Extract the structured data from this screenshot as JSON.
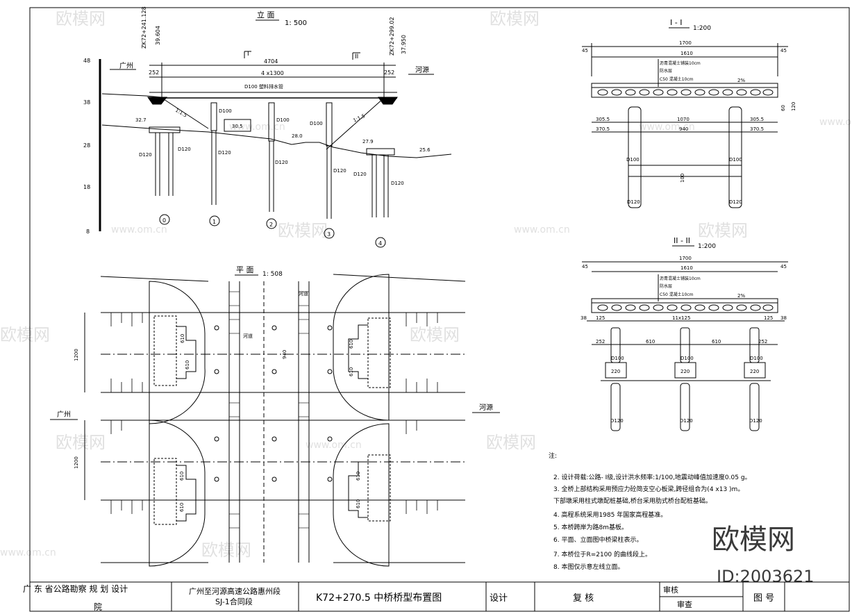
{
  "elevation": {
    "title": "立 面",
    "scale": "1: 500",
    "stake_left": "ZK72+241.128",
    "elev_left": "39.604",
    "stake_right": "ZK72+299.02",
    "elev_right": "37.950",
    "to_left": "广州",
    "to_right": "河源",
    "dim_total": "4704",
    "dim_span": "4 x1300",
    "dim_end": "252",
    "beam_label": "D100 塑料排水管",
    "pier_d100": "D100",
    "pile_d120": "D120",
    "elev_marks": [
      "32.7",
      "28.0",
      "27.9",
      "25.6",
      "30.5"
    ],
    "slope": "1:1.5",
    "section_mark_1": "I",
    "section_mark_2": "II",
    "axis_labels": [
      "0",
      "1",
      "2",
      "3",
      "4"
    ],
    "ruler_ticks": [
      "48",
      "38",
      "28",
      "18",
      "8"
    ]
  },
  "section1": {
    "title": "I - I",
    "scale": "1:200",
    "dims_top": [
      "45",
      "1700",
      "1610",
      "45"
    ],
    "layers": [
      "沥青混凝土铺装10cm",
      "防水层",
      "C50 混凝土10cm"
    ],
    "crossfall": "2%",
    "dims_mid": [
      "305.5",
      "1070",
      "305.5"
    ],
    "dims_mid2": [
      "370.5",
      "940",
      "370.5"
    ],
    "height": "60",
    "pier": "D100",
    "pile": "D120",
    "beam_h": "120",
    "tie": "100"
  },
  "section2": {
    "title": "II - II",
    "scale": "1:200",
    "dims_top": [
      "45",
      "1700",
      "1610",
      "45"
    ],
    "layers": [
      "沥青混凝土铺装10cm",
      "防水层",
      "C50 混凝土10cm"
    ],
    "crossfall": "2%",
    "dims_row": [
      "38",
      "125",
      "11x125",
      "125",
      "38"
    ],
    "dims_span": [
      "252",
      "610",
      "610",
      "252"
    ],
    "cap": "220",
    "pier": "D100",
    "pile": "D120"
  },
  "plan": {
    "title": "平 面",
    "scale": "1: 508",
    "width": "1200",
    "dim_610": "610",
    "dim_940": "940",
    "to_left": "广州",
    "to_right": "河源",
    "river": "河道"
  },
  "notes": {
    "head": "注:",
    "items": [
      "2. 设计荷载:公路- I级,设计洪水频率:1/100,地震动峰值加速度0.05 g。",
      "3. 全桥上部结构采用预应力砼简支空心板梁,跨径组合为(4 x13 )m。",
      "   下部墩采用柱式墩配桩基础,桥台采用肋式桥台配桩基础。",
      "4. 高程系统采用1985 年国家高程基准。",
      "5. 本桥跨岸为路8m基板。",
      "6. 平面、立面图中桥梁柱表示。",
      "7. 本桥位于R=2100 的曲线段上。",
      "8. 本图仅示意左线立面。"
    ]
  },
  "title_block": {
    "org": "广 东   省公路勘察        规  划  设计",
    "org2": "院",
    "project": "广州至河源高速公路惠州段",
    "contract": "SJ-1合同段",
    "drawing": "K72+270.5 中桥桥型布置图",
    "design": "设计",
    "review": "复 核",
    "check": "审核",
    "approve": "审查",
    "number": "图 号"
  },
  "watermark": {
    "brand": "欧模网",
    "site": "www.om.cn",
    "id": "ID:2003621"
  }
}
